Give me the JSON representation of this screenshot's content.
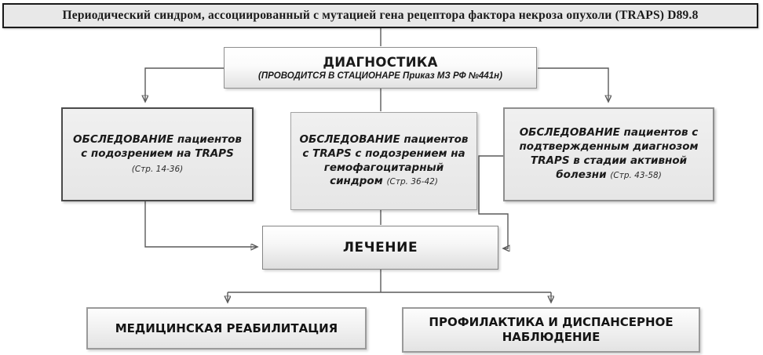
{
  "banner": {
    "text": "Периодический синдром, ассоциированный с мутацией гена рецептора фактора некроза опухоли  (TRAPS) D89.8"
  },
  "diagnostics": {
    "title": "ДИАГНОСТИКА",
    "subtitle": "(ПРОВОДИТСЯ В СТАЦИОНАРЕ Приказ МЗ РФ №441н)"
  },
  "exam": {
    "suspected": {
      "text": "ОБСЛЕДОВАНИЕ пациентов с подозрением на TRAPS",
      "pages": "(Стр. 14-36)"
    },
    "hemophagocytic": {
      "text": "ОБСЛЕДОВАНИЕ пациентов с TRAPS с подозрением на гемофагоцитарный синдром",
      "pages": "(Стр. 36-42)"
    },
    "confirmed": {
      "text": "ОБСЛЕДОВАНИЕ пациентов с подтвержденным диагнозом TRAPS в стадии активной болезни",
      "pages": "(Стр. 43-58)"
    }
  },
  "treatment": {
    "title": "ЛЕЧЕНИЕ"
  },
  "outcomes": {
    "rehabilitation": {
      "title": "МЕДИЦИНСКАЯ РЕАБИЛИТАЦИЯ"
    },
    "prophylaxis": {
      "title": "ПРОФИЛАКТИКА И ДИСПАНСЕРНОЕ НАБЛЮДЕНИЕ"
    }
  },
  "colors": {
    "banner_border": "#1a1a1a",
    "connector": "#5a5a5a",
    "box_fill": "#e9e9e9"
  }
}
